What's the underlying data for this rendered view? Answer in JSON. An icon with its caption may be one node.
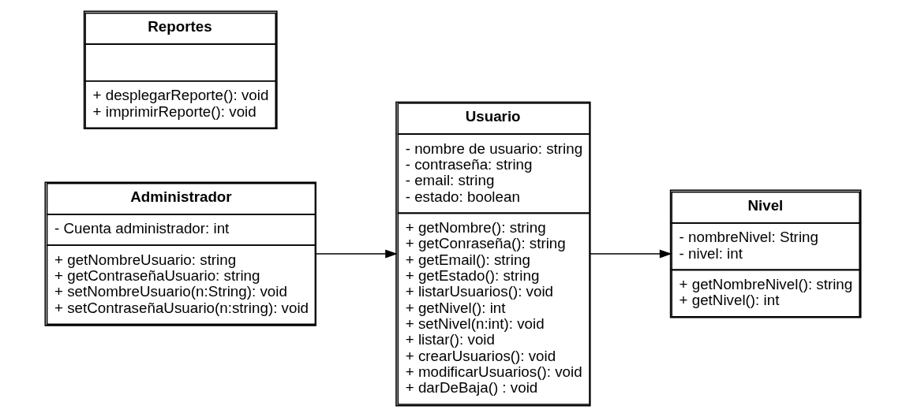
{
  "diagram": {
    "nodes": [
      {
        "text": [
          "Administrador",
          "- Cuenta administrador: int",
          "+ getNombreUsuario: string",
          "+ getContraseñaUsuario: string",
          "+ setNombreUsuario(n:String): void",
          "+ setContraseñaUsuario(n:string): void"
        ]
      },
      {
        "text": [
          "Usuario",
          "- nombre de usuario: string",
          "- contraseña: string",
          "- email: string",
          "- estado: boolean",
          "+ getNombre(): string",
          "+ getConraseña(): string",
          "+ getEmail(): string",
          "+ getEstado(): string",
          "+ listarUsuarios(): void",
          "+ getNivel(): int",
          "+ setNivel(n:int): void",
          "+ listar(): void",
          "+ crearUsuarios(): void",
          "+ modificarUsuarios(): void",
          "+ darDeBaja() : void"
        ]
      },
      {
        "text": [
          "Reportes",
          "+ desplegarReporte(): void",
          "+ imprimirReporte(): void"
        ]
      },
      {
        "text": [
          "Nivel",
          "- nombreNivel: String",
          "- nivel: int",
          "+ getNombreNivel(): string",
          "+ getNivel(): int"
        ]
      }
    ],
    "edges": [
      {
        "from": 0,
        "to": 1,
        "arrow": "to"
      },
      {
        "from": 1,
        "to": 3,
        "arrow": "to"
      }
    ]
  }
}
